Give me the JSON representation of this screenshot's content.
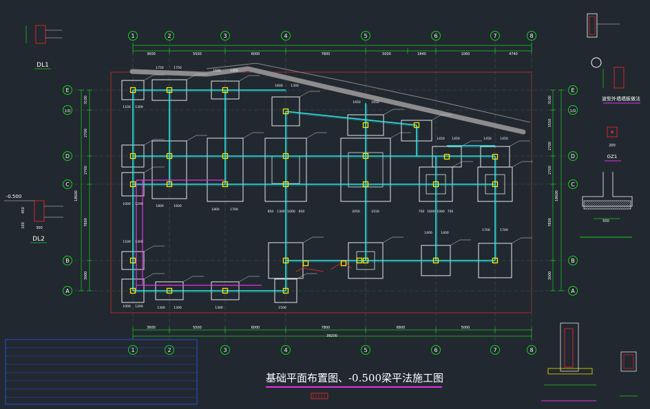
{
  "drawing": {
    "title": "基础平面布置图、-0.500梁平法施工图",
    "axes_numbers": [
      "1",
      "2",
      "3",
      "4",
      "5",
      "6",
      "7",
      "8"
    ],
    "axes_letters": [
      "E",
      "1/D",
      "D",
      "C",
      "B",
      "A"
    ],
    "top_spans": [
      "3600",
      "5500",
      "6000",
      "7800",
      "5000",
      "1840",
      "1060",
      "4740"
    ],
    "bottom_spans": [
      "3600",
      "5500",
      "6000",
      "7800",
      "6800",
      "5000"
    ],
    "bottom_total": "39200",
    "left_spans": [
      "3100",
      "2700",
      "2700",
      "7800",
      "3000"
    ],
    "right_spans": [
      "3100",
      "1550",
      "2700",
      "2700",
      "7800",
      "3000"
    ],
    "left_total": "18600",
    "right_total": "18600",
    "footing_labels": [
      "1100",
      "1300",
      "1750",
      "1750",
      "1600",
      "1400",
      "1600",
      "1300",
      "1650",
      "1650",
      "1450",
      "1450",
      "1450",
      "1450",
      "1000",
      "1200",
      "1800",
      "1600",
      "1800",
      "1700",
      "850",
      "1300",
      "1000",
      "850",
      "2050",
      "2150",
      "750",
      "1600",
      "1000",
      "750",
      "1100",
      "1300",
      "1400",
      "1400",
      "1700",
      "1700",
      "1000",
      "1200",
      "1300",
      "1300",
      "1300",
      "1500"
    ],
    "detail_labels": {
      "dl1": "DL1",
      "dl2": "DL2",
      "minus_elev": "-0.500",
      "outer_wall": "波型外墙墙板做法",
      "gz1": "GZ1",
      "dim_200": "200",
      "dim_300": "300",
      "dim_500": "500",
      "dim_450": "450",
      "dim_100": "100"
    }
  },
  "colors": {
    "background": "#212830",
    "axis_green": "#19d219",
    "footing_white": "#ffffff",
    "beam_cyan": "#2ee6e6",
    "beam_magenta": "#e632e6",
    "column_yellow": "#ffe600",
    "border_red": "#d22828",
    "leader_white": "#dcdcdc",
    "road_gray": "#8c8c8c",
    "titleblock_blue": "#2a4fd0"
  }
}
